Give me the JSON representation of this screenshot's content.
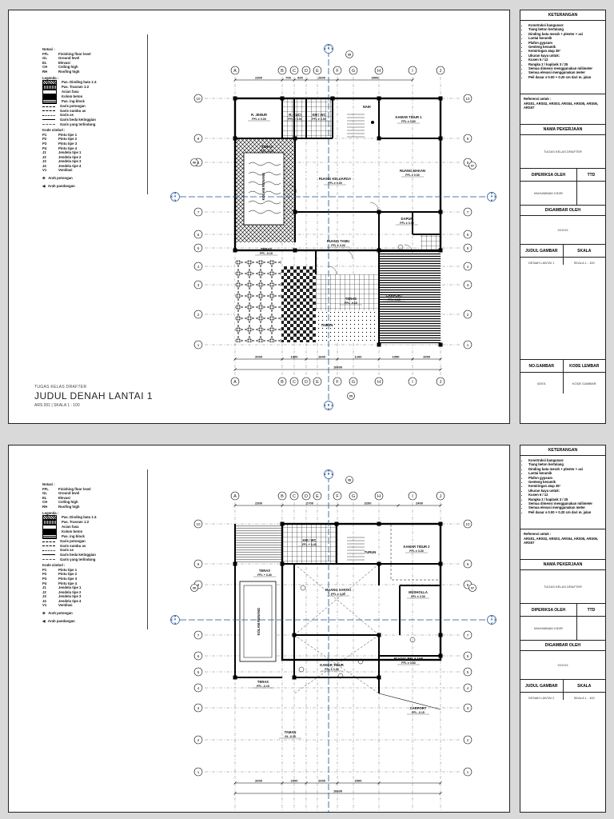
{
  "sheet1": {
    "notasi_title": "Notasi :",
    "notasi": [
      {
        "k": "FFL",
        "v": "Finishing floor level"
      },
      {
        "k": "GL",
        "v": "Ground level"
      },
      {
        "k": "EL",
        "v": "Elevasi"
      },
      {
        "k": "CH",
        "v": "Ceiling high"
      },
      {
        "k": "RH",
        "v": "Roofing high"
      }
    ],
    "legenda_title": "Legenda :",
    "legenda": [
      "Pas. Dinding bata 1:4",
      "Pas. Trasram 1:2",
      "Acian fasa",
      "Kolom beton",
      "Pas. ing block",
      "Garis potongan",
      "Garis sumbu as",
      "Garis as",
      "Garis beda ketinggian",
      "Garis yang terlindung"
    ],
    "kode_title": "Kode simbol :",
    "kode": [
      {
        "k": "P1",
        "v": "Pintu tipe 1"
      },
      {
        "k": "P2",
        "v": "Pintu tipe 2"
      },
      {
        "k": "P3",
        "v": "Pintu tipe 3"
      },
      {
        "k": "P4",
        "v": "Pintu tipe 4"
      },
      {
        "k": "J1",
        "v": "Jendela tipe 1"
      },
      {
        "k": "J2",
        "v": "Jendela tipe 2"
      },
      {
        "k": "J3",
        "v": "Jendela tipe 3"
      },
      {
        "k": "J4",
        "v": "Jendela tipe 4"
      },
      {
        "k": "V1",
        "v": "Ventilasi"
      }
    ],
    "arah_potongan": "Arah potongan",
    "arah_pandangan": "Arah pandangan",
    "title_small": "TUGAS KELAS DRAFTER",
    "title_big": "JUDUL DENAH LANTAI 1",
    "title_meta": "ARS 001  |  SKALA 1 : 100",
    "grid_top": [
      "A",
      "B",
      "C",
      "D",
      "E",
      "F",
      "G",
      "H",
      "I",
      "J"
    ],
    "grid_left": [
      "10",
      "9",
      "8",
      "7",
      "6",
      "5",
      "4",
      "3",
      "2",
      "1"
    ],
    "dims_top": [
      "2300",
      "700",
      "600",
      "2600",
      "3000"
    ],
    "dims_bottom": [
      "2000",
      "1800",
      "1600",
      "1200",
      "1950",
      "1050"
    ],
    "dim_total": "10600",
    "rooms": [
      {
        "n": "R. JEMUR",
        "f": "FFL ± 0.00"
      },
      {
        "n": "R. CUCI",
        "f": "FFL ± 0.00"
      },
      {
        "n": "KM / WC",
        "f": "FFL ± 0.00"
      },
      {
        "n": "NAIK",
        "f": ""
      },
      {
        "n": "KAMAR TIDUR 1",
        "f": "FFL ± 0.00"
      },
      {
        "n": "TERAS",
        "f": "FFL -0.15"
      },
      {
        "n": "RUANG KELUARGA",
        "f": "FFL ± 0.00"
      },
      {
        "n": "RUANG MAKAN",
        "f": "FFL ± 0.00"
      },
      {
        "n": "KOLAM RENANG",
        "f": ""
      },
      {
        "n": "DAPUR",
        "f": "FFL ± 0.00"
      },
      {
        "n": "RUANG TAMU",
        "f": "FFL ± 0.00"
      },
      {
        "n": "TERAS",
        "f": "FFL -0.15"
      },
      {
        "n": "TERAS",
        "f": "FFL -0.15"
      },
      {
        "n": "CARPORT",
        "f": "FFL -0.15"
      },
      {
        "n": "TAMAN",
        "f": ""
      }
    ]
  },
  "sheet2": {
    "notasi_title": "Notasi :",
    "notasi": [
      {
        "k": "FFL",
        "v": "Finishing floor level"
      },
      {
        "k": "GL",
        "v": "Ground level"
      },
      {
        "k": "EL",
        "v": "Elevasi"
      },
      {
        "k": "CH",
        "v": "Ceiling high"
      },
      {
        "k": "RH",
        "v": "Roofing high"
      }
    ],
    "legenda_title": "Legenda :",
    "legenda": [
      "Pas. Dinding bata 1:4",
      "Pas. Trasram 1:2",
      "Acian fasa",
      "Kolom beton",
      "Pas. ing block",
      "Garis potongan",
      "Garis sumbu as",
      "Garis as",
      "Garis beda ketinggian",
      "Garis yang terlindung"
    ],
    "kode_title": "Kode simbol :",
    "kode": [
      {
        "k": "P1",
        "v": "Pintu tipe 1"
      },
      {
        "k": "P2",
        "v": "Pintu tipe 2"
      },
      {
        "k": "P3",
        "v": "Pintu tipe 3"
      },
      {
        "k": "P4",
        "v": "Pintu tipe 4"
      },
      {
        "k": "J1",
        "v": "Jendela tipe 1"
      },
      {
        "k": "J2",
        "v": "Jendela tipe 2"
      },
      {
        "k": "J3",
        "v": "Jendela tipe 3"
      },
      {
        "k": "J4",
        "v": "Jendela tipe 4"
      },
      {
        "k": "V1",
        "v": "Ventilasi"
      }
    ],
    "arah_potongan": "Arah potongan",
    "arah_pandangan": "Arah pandangan",
    "grid_top": [
      "A",
      "B",
      "C",
      "D",
      "E",
      "F",
      "G",
      "H",
      "I",
      "J"
    ],
    "grid_left": [
      "10",
      "9",
      "8",
      "7",
      "6",
      "5",
      "4",
      "3",
      "2",
      "1"
    ],
    "dims_top": [
      "2300",
      "2700",
      "3200",
      "2400"
    ],
    "dims_bottom": [
      "2000",
      "2000",
      "2000",
      "2000"
    ],
    "dim_total": "10600",
    "rooms": [
      {
        "n": "KM / WC",
        "f": "FFL + 3.45"
      },
      {
        "n": "TURUN",
        "f": ""
      },
      {
        "n": "KAMAR TIDUR 2",
        "f": "FFL ± 3.30"
      },
      {
        "n": "TERAS",
        "f": "FFL + 3.30"
      },
      {
        "n": "RUANG SANTAI",
        "f": "FFL ± 3.30"
      },
      {
        "n": "MUSHOLLA",
        "f": "FFL ± 3.30"
      },
      {
        "n": "KOLAM RENANG",
        "f": ""
      },
      {
        "n": "KAMAR TIDUR",
        "f": "FFL ± 3.30"
      },
      {
        "n": "RUANG BELAJAR",
        "f": "FFL ± 3.30"
      },
      {
        "n": "TERAS",
        "f": "FFL -0.15"
      },
      {
        "n": "CARPORT",
        "f": "FFL -0.15"
      },
      {
        "n": "TAMAN",
        "f": "GL -0.30"
      }
    ]
  },
  "titleblock1": {
    "keterangan": "KETERANGAN",
    "notes": [
      "Konstruksi bangunan:",
      "Tiang beton bertulang",
      "Dinding bata merah + plester + aci",
      "Lantai keramik",
      "Plafon gypsum",
      "Genteng keramik",
      "Kemiringan atap 35°",
      "Ukuran kayu untuk:",
      "Kusen 6 / 12",
      "Rangka 2 / kaplank 3 / 25",
      "Semua dimensi menggunakan milimeter",
      "Semua elevasi menggunakan meter",
      "Peil dasar ± 0.00 + 0.20 cm dari m. jalan"
    ],
    "referensi_title": "Referensi untuk :",
    "referensi": "ARS01, ARS02, ARS03, ARS04, ARS05, ARS06, ARS07",
    "nama_pekerjaan": "NAMA PEKERJAAN",
    "nama_pekerjaan_val": "TUGAS KELAS DRAFTER",
    "diperiksa": "DIPERIKSA OLEH",
    "ttd": "TTD",
    "diperiksa_val": "MUHAMMAD KIDIR",
    "digambar": "DIGAMBAR OLEH",
    "digambar_val": "XXXXX",
    "judul": "JUDUL GAMBAR",
    "skala": "SKALA",
    "judul_val": "DENAH LANTAI 1",
    "skala_val": "SKALA 1 : 100",
    "nogambar": "NO.GAMBAR",
    "kode_lembar": "KODE LEMBAR",
    "nogambar_val": "02001",
    "kode_lembar_val": "KODE GAMBAR"
  },
  "titleblock2": {
    "keterangan": "KETERANGAN",
    "notes": [
      "Konstruksi bangunan:",
      "Tiang beton bertulang",
      "Dinding bata merah + plester + aci",
      "Lantai keramik",
      "Plafon gypsum",
      "Genteng keramik",
      "Kemiringan atap 35°",
      "Ukuran kayu untuk:",
      "Kusen 6 / 12",
      "Rangka 2 / kaplank 3 / 25",
      "Semua dimensi menggunakan milimeter",
      "Semua elevasi menggunakan meter",
      "Peil dasar ± 0.00 + 0.20 cm dari m. jalan"
    ],
    "referensi_title": "Referensi untuk :",
    "referensi": "ARS01, ARS02, ARS03, ARS04, ARS05, ARS06, ARS07",
    "nama_pekerjaan": "NAMA PEKERJAAN",
    "nama_pekerjaan_val": "TUGAS KELAS DRAFTER",
    "diperiksa": "DIPERIKSA OLEH",
    "ttd": "TTD",
    "diperiksa_val": "MUHAMMAD KIDIR",
    "digambar": "DIGAMBAR OLEH",
    "digambar_val": "XXXXX",
    "judul": "JUDUL GAMBAR",
    "skala": "SKALA",
    "judul_val": "DENAH LANTAI 2",
    "skala_val": "SKALA 1 : 100"
  }
}
